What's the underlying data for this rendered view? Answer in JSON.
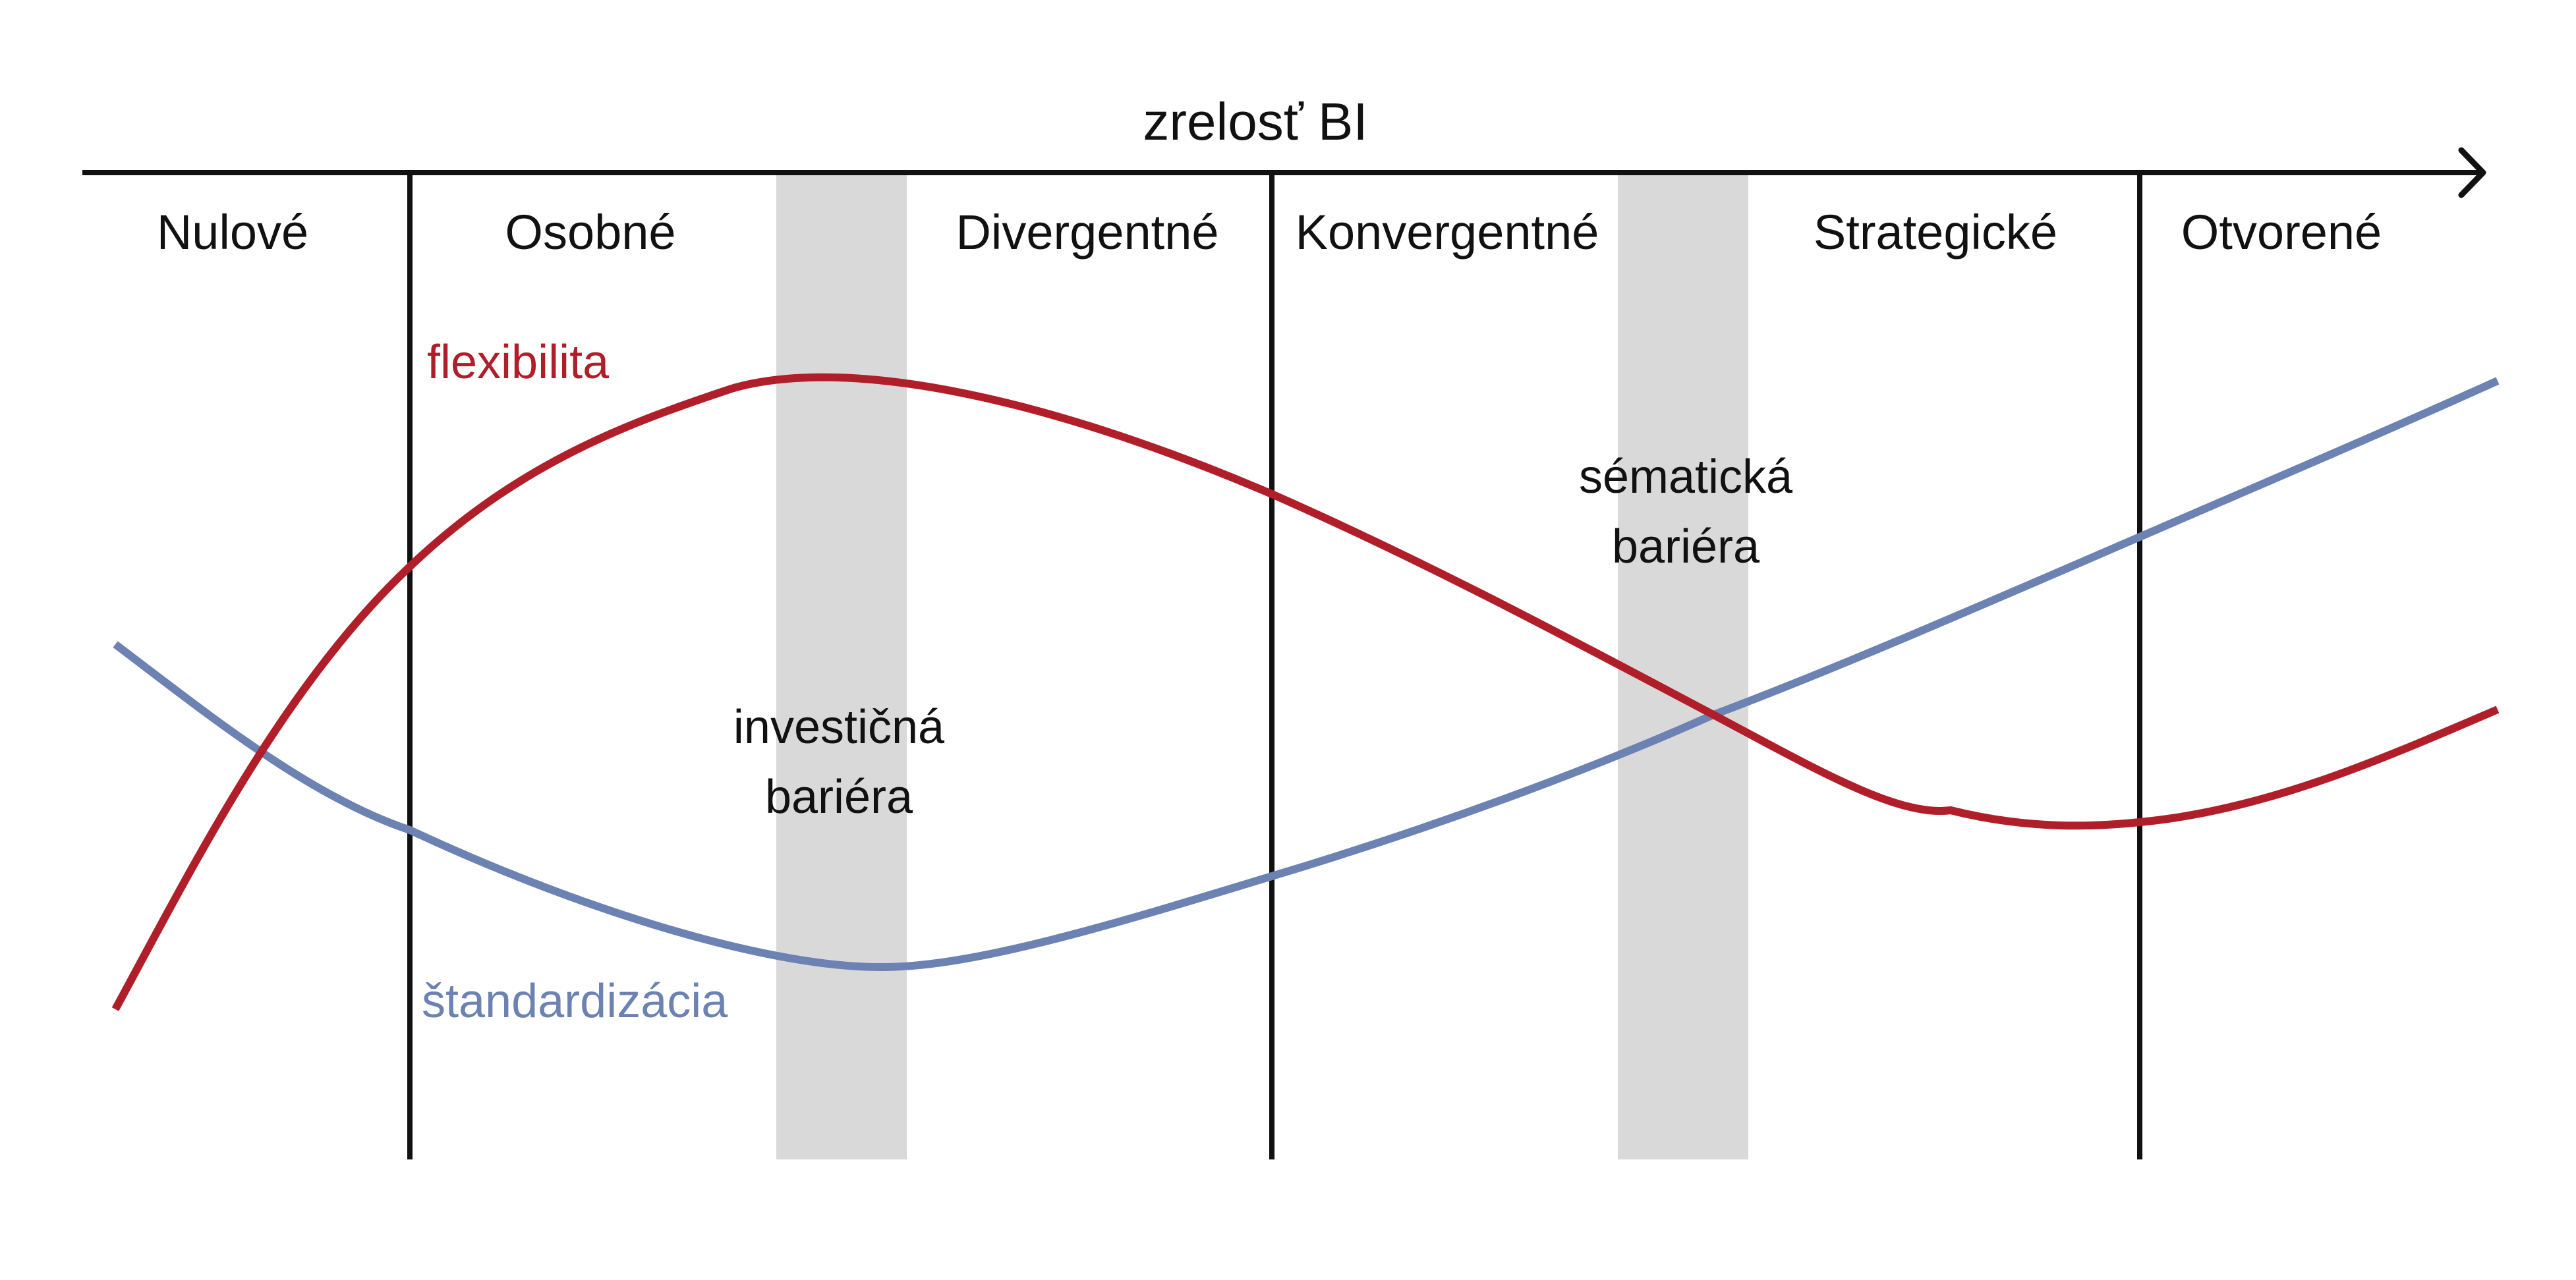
{
  "axis": {
    "title": "zrelosť BI"
  },
  "stages": [
    "Nulové",
    "Osobné",
    "Divergentné",
    "Konvergentné",
    "Strategické",
    "Otvorené"
  ],
  "barriers": [
    {
      "lines": [
        "investičná",
        "bariéra"
      ]
    },
    {
      "lines": [
        "sématická",
        "bariéra"
      ]
    }
  ],
  "series": [
    {
      "name": "flexibilita",
      "color": "#b01e2a"
    },
    {
      "name": "štandardizácia",
      "color": "#6b82b2"
    }
  ],
  "colors": {
    "axis": "#111111",
    "barrier_band": "#d9d9d9",
    "background": "#ffffff"
  }
}
